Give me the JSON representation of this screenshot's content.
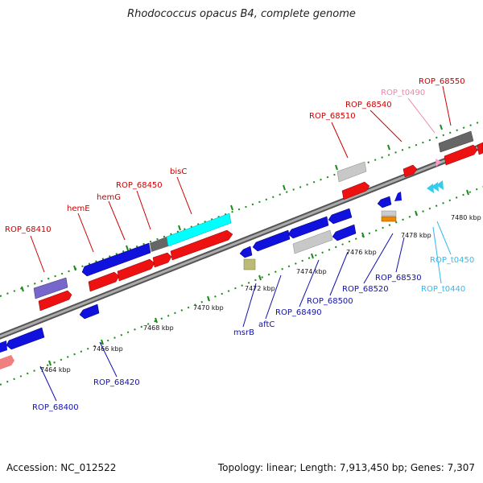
{
  "title": "Rhodococcus opacus B4, complete genome",
  "footer": {
    "accession": "Accession: NC_012522",
    "summary": "Topology: linear; Length: 7,913,450 bp; Genes: 7,307"
  },
  "colors": {
    "forward_cds": "#ee1111",
    "reverse_cds": "#1111dd",
    "pseudo": "#c8c8c8",
    "trna": "#33ccee",
    "label_forward": "#cc0000",
    "label_reverse": "#1111aa",
    "label_trna": "#33bbee",
    "label_pink": "#ee88aa"
  },
  "scale_labels": [
    "7464 kbp",
    "7466 kbp",
    "7468 kbp",
    "7470 kbp",
    "7472 kbp",
    "7474 kbp",
    "7476 kbp",
    "7478 kbp",
    "7480 kbp"
  ],
  "gene_labels": {
    "top": [
      "ROP_68410",
      "hemE",
      "hemG",
      "ROP_68450",
      "bisC",
      "ROP_68510",
      "ROP_68540",
      "ROP_t0490",
      "ROP_68550"
    ],
    "bottom": [
      "ROP_68400",
      "ROP_68420",
      "msrB",
      "aftC",
      "ROP_68490",
      "ROP_68500",
      "ROP_68520",
      "ROP_68530",
      "ROP_t0450",
      "ROP_t0440"
    ]
  }
}
